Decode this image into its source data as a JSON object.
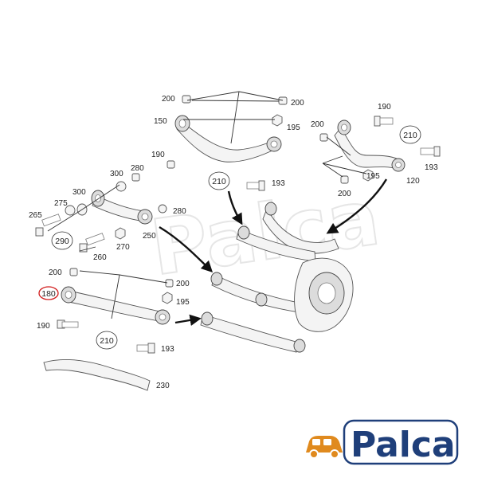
{
  "brand": {
    "name": "Palca",
    "colors": {
      "text": "#1f3f7a",
      "accent": "#e08a1e",
      "frame": "#1f3f7a"
    }
  },
  "colors": {
    "highlight_circle": "#d11a1a",
    "arrow": "#111111",
    "label": "#222222"
  },
  "labels": {
    "p200_a": "200",
    "p200_b": "200",
    "p150": "150",
    "p195_a": "195",
    "p190_a": "190",
    "p280_a": "280",
    "p300_a": "300",
    "p210_a": "210",
    "p193_a": "193",
    "p275": "275",
    "p300_b": "300",
    "p265": "265",
    "p290": "290",
    "p280_b": "280",
    "p270": "270",
    "p250": "250",
    "p260": "260",
    "p190_b": "190",
    "p200_c": "200",
    "p210_b": "210",
    "p195_b": "195",
    "p200_d": "200",
    "p193_b": "193",
    "p120": "120",
    "p200_e": "200",
    "p200_f": "200",
    "p180": "180",
    "p195_c": "195",
    "p190_c": "190",
    "p210_c": "210",
    "p193_c": "193",
    "p230": "230"
  },
  "icons": [
    "bolt-icon",
    "nut-icon",
    "washer-icon",
    "bushing-icon",
    "arrow-icon"
  ]
}
